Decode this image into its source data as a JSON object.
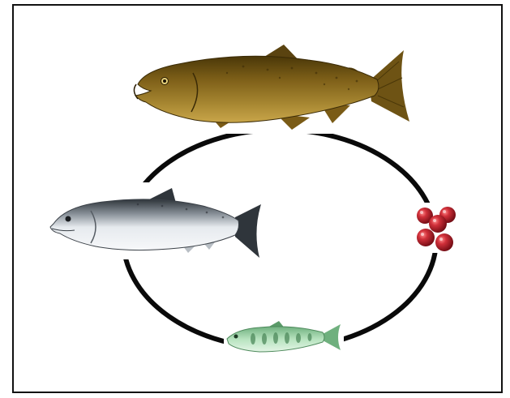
{
  "diagram": {
    "type": "life-cycle",
    "stages": [
      {
        "id": "spawning-adult",
        "icon": "spawning-salmon-icon"
      },
      {
        "id": "eggs",
        "icon": "salmon-eggs-icon"
      },
      {
        "id": "juvenile",
        "icon": "juvenile-salmon-icon"
      },
      {
        "id": "ocean-adult",
        "icon": "ocean-salmon-icon"
      }
    ],
    "colors": {
      "cycle_line": "#0a0a0a",
      "spawning_body": "#8a6a1c",
      "spawning_back": "#5a4310",
      "ocean_body": "#c9ced3",
      "ocean_back": "#3b4148",
      "juvenile_body": "#9ed4a8",
      "juvenile_bars": "#4e8a5c",
      "egg": "#b01824"
    }
  }
}
